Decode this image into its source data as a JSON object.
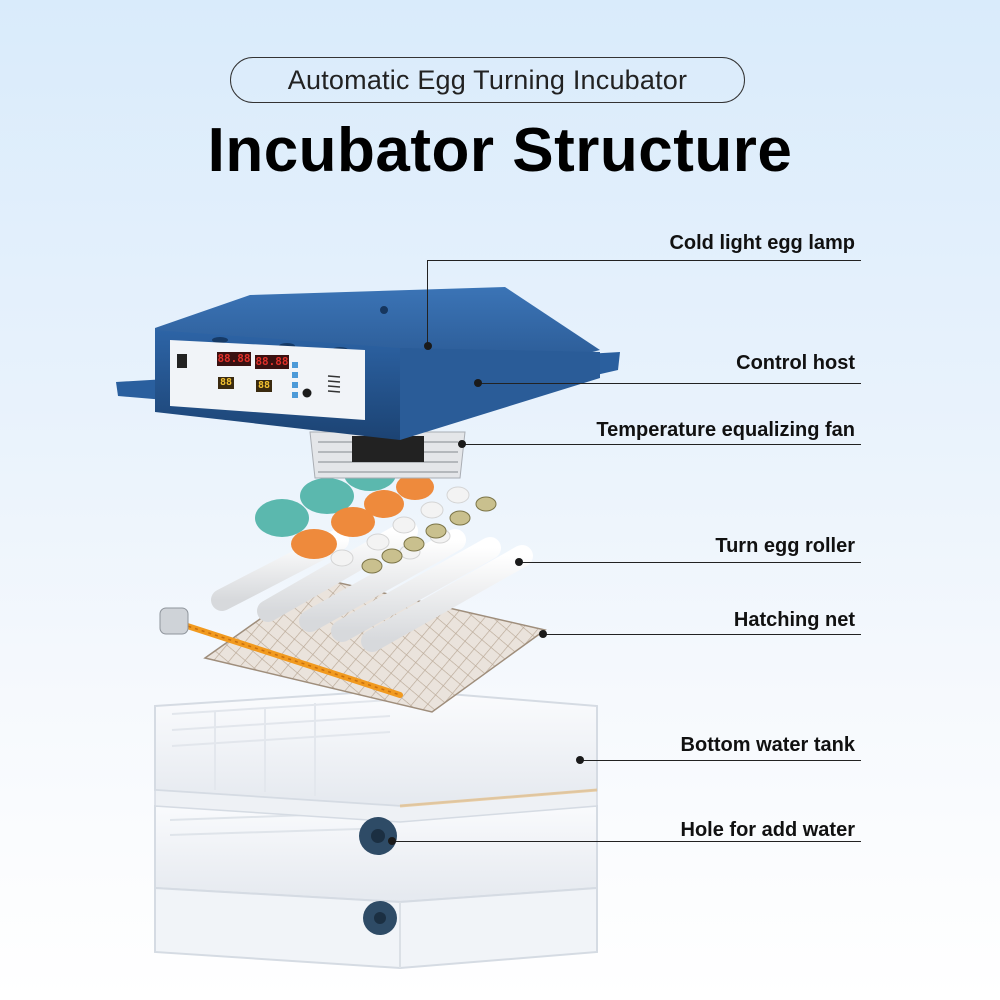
{
  "header": {
    "subtitle": "Automatic Egg Turning Incubator",
    "title": "Incubator Structure"
  },
  "labels": [
    {
      "id": "cold-light-egg-lamp",
      "text": "Cold light egg lamp"
    },
    {
      "id": "control-host",
      "text": "Control host"
    },
    {
      "id": "temperature-equalizing-fan",
      "text": "Temperature equalizing fan"
    },
    {
      "id": "turn-egg-roller",
      "text": "Turn egg roller"
    },
    {
      "id": "hatching-net",
      "text": "Hatching net"
    },
    {
      "id": "bottom-water-tank",
      "text": "Bottom water tank"
    },
    {
      "id": "hole-for-add-water",
      "text": "Hole for add water"
    }
  ],
  "control_panel": {
    "display_top_left": "88.88",
    "display_top_right": "88.88",
    "display_bottom_left": "88",
    "display_bottom_right": "88"
  },
  "colors": {
    "lid": "#2a5f9e",
    "lid_dark": "#1d4577",
    "panel": "#f1f4f8",
    "display_red": "#e0302a",
    "display_yellow": "#f4c230",
    "egg_teal": "#5bb8ae",
    "egg_orange": "#ee8a3c",
    "roller": "#eeeeee",
    "axle": "#f19a1f",
    "tray": "#f4f6f9",
    "tank_knob": "#2e4b66"
  }
}
